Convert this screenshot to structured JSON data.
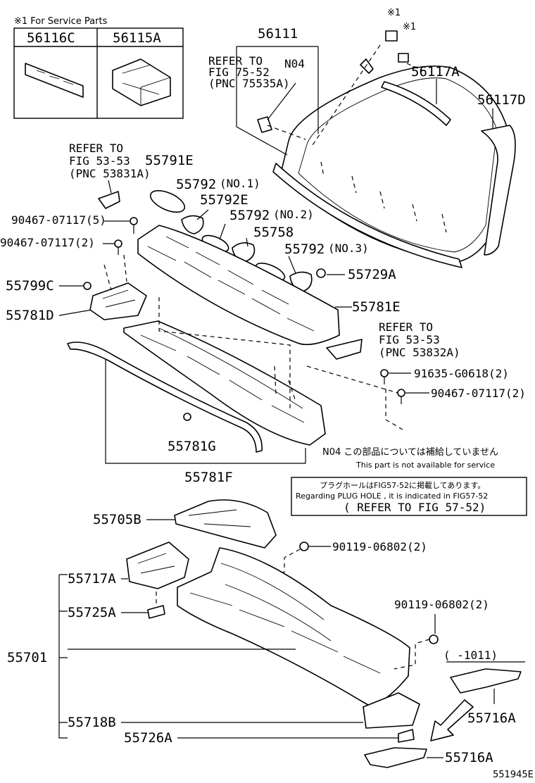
{
  "service_box": {
    "title": "※1 For Service Parts",
    "col1": "56116C",
    "col2": "56115A"
  },
  "refs": {
    "fig75": [
      "REFER TO",
      "FIG 75-52",
      "(PNC 75535A)"
    ],
    "fig53a": [
      "REFER TO",
      "FIG 53-53",
      "(PNC 53831A)"
    ],
    "fig53b": [
      "REFER TO",
      "FIG 53-53",
      "(PNC 53832A)"
    ]
  },
  "labels": {
    "p56111": "56111",
    "n04": "N04",
    "mark1a": "※1",
    "mark1b": "※1",
    "p56117A": "56117A",
    "p56117D": "56117D",
    "p55791E": "55791E",
    "p55792_1": "55792",
    "p55792_1s": "(NO.1)",
    "p55792E": "55792E",
    "p55792_2": "55792",
    "p55792_2s": "(NO.2)",
    "p55758": "55758",
    "p55792_3": "55792",
    "p55792_3s": "(NO.3)",
    "p55729A": "55729A",
    "p90467a": "90467-07117(5)",
    "p90467b": "90467-07117(2)",
    "p55799C": "55799C",
    "p55781D": "55781D",
    "p55781E": "55781E",
    "p91635": "91635-G0618(2)",
    "p90467c": "90467-07117(2)",
    "p55781G": "55781G",
    "p55781F": "55781F",
    "p55705B": "55705B",
    "p90119a": "90119-06802(2)",
    "p55717A": "55717A",
    "p55725A": "55725A",
    "p90119b": "90119-06802(2)",
    "p55701": "55701",
    "p55718B": "55718B",
    "p55726A": "55726A",
    "p55716A_1": "55716A",
    "p55716A_2": "55716A",
    "range": "(   -1011)",
    "diagram_code": "551945E"
  },
  "notes": {
    "n04_jp": "N04  この部品については補給していません",
    "n04_en": "This part is not available for service",
    "plug_jp": "プラグホールはFIG57-52に掲載してあります。",
    "plug_en": "Regarding  PLUG HOLE , it is indicated in FIG57-52",
    "plug_ref": "( REFER TO FIG 57-52)"
  }
}
